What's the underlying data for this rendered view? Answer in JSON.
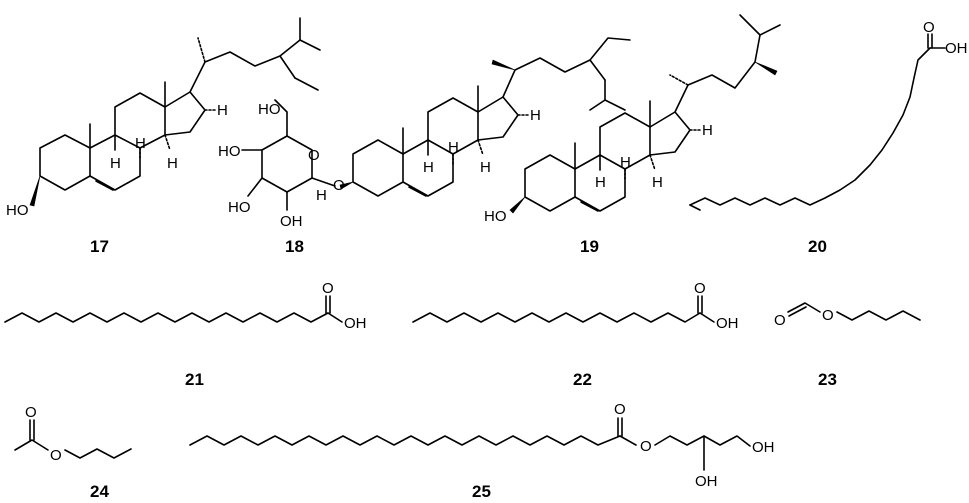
{
  "compounds": [
    {
      "number": "17",
      "labels": {
        "oh": "HO",
        "h_c17": "H",
        "h_c8": "H",
        "h_c9": "H",
        "h_c14": "H"
      }
    },
    {
      "number": "18",
      "labels": {
        "ho_top": "HO",
        "ho_left": "HO",
        "ho_bottom": "HO",
        "oh_bottom": "OH",
        "ring_o": "O",
        "h_anomeric": "H",
        "glyco_o": "O",
        "h_c17": "H",
        "h_c8": "H",
        "h_c9": "H",
        "h_c14": "H"
      }
    },
    {
      "number": "19",
      "labels": {
        "oh": "HO",
        "h_c17": "H",
        "h_c8": "H",
        "h_c9": "H",
        "h_c14": "H"
      }
    },
    {
      "number": "20",
      "labels": {
        "o": "O",
        "oh": "OH"
      }
    },
    {
      "number": "21",
      "labels": {
        "o": "O",
        "oh": "OH"
      }
    },
    {
      "number": "22",
      "labels": {
        "o": "O",
        "oh": "OH"
      }
    },
    {
      "number": "23",
      "labels": {
        "o_carbonyl": "O",
        "o_ester": "O"
      }
    },
    {
      "number": "24",
      "labels": {
        "o_carbonyl": "O",
        "o_ester": "O"
      }
    },
    {
      "number": "25",
      "labels": {
        "o_carbonyl": "O",
        "o_ester": "O",
        "oh_right": "OH",
        "oh_bottom": "OH"
      }
    }
  ]
}
